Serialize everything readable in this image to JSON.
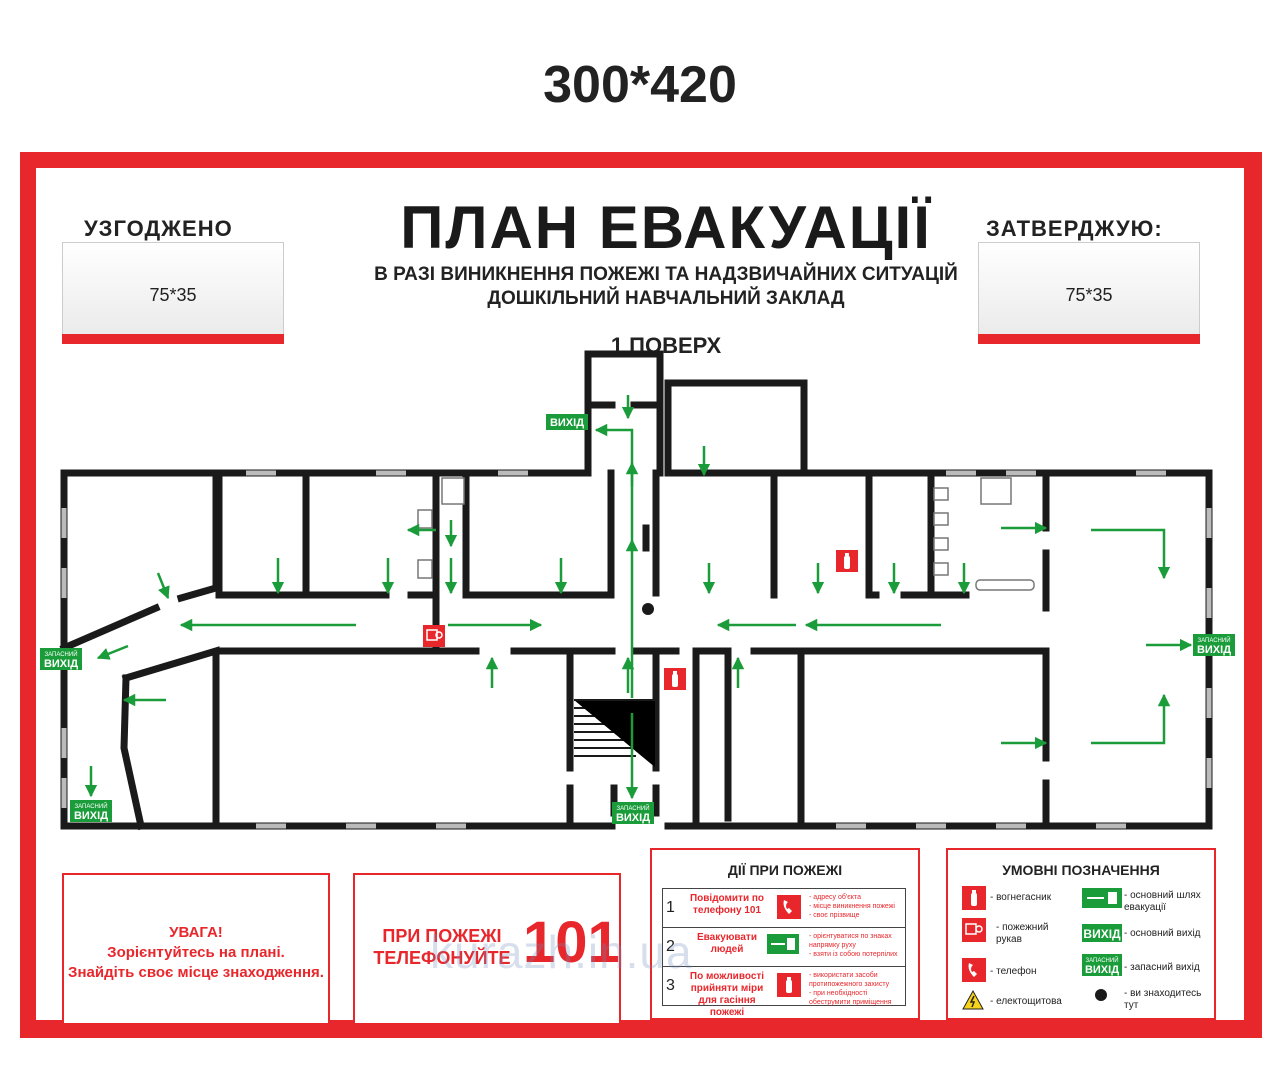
{
  "size_label": "300*420",
  "header": {
    "title": "ПЛАН ЕВАКУАЦІЇ",
    "subtitle_line1": "В РАЗІ ВИНИКНЕННЯ ПОЖЕЖІ ТА НАДЗВИЧАЙНИХ СИТУАЦІЙ",
    "subtitle_line2": "ДОШКІЛЬНИЙ НАВЧАЛЬНИЙ ЗАКЛАД",
    "floor": "1 ПОВЕРХ",
    "left_heading": "УЗГОДЖЕНО",
    "right_heading": "ЗАТВЕРДЖУЮ:",
    "left_stamp": "75*35",
    "right_stamp": "75*35"
  },
  "plan_labels": {
    "exit": "ВИХІД",
    "spare_exit_small": "ЗАПАСНИЙ",
    "spare_exit": "ВИХІД"
  },
  "warning": {
    "line1": "УВАГА!",
    "line2": "Зорієнтуйтесь на плані.",
    "line3": "Знайдіть своє місце знаходження."
  },
  "phone_box": {
    "line1": "ПРИ ПОЖЕЖІ",
    "line2": "ТЕЛЕФОНУЙТЕ",
    "number": "101"
  },
  "actions": {
    "heading": "ДІЇ ПРИ ПОЖЕЖІ",
    "rows": [
      {
        "num": "1",
        "label": "Повідомити по телефону 101",
        "details": [
          "- адресу об'єкта",
          "- місце виникнення пожежі",
          "- своє прізвище"
        ]
      },
      {
        "num": "2",
        "label": "Евакуювати людей",
        "details": [
          "- орієнтуватися по знаках напрямку руху",
          "- взяти із собою потерпілих"
        ]
      },
      {
        "num": "3",
        "label": "По можливості прийняти міри для гасіння пожежі",
        "details": [
          "- використати засоби протипожежного захисту",
          "- при необхідності обеструмити приміщення"
        ]
      }
    ]
  },
  "legend": {
    "heading": "УМОВНІ ПОЗНАЧЕННЯ",
    "extinguisher": "- вогнегасник",
    "hose": "- пожежний рукав",
    "phone": "- телефон",
    "electric": "- електощитова",
    "main_path": "- основний шлях евакуації",
    "main_exit": "- основний вихід",
    "spare_exit": "- запасний вихід",
    "you_are_here": "- ви знаходитесь тут"
  },
  "watermark": "kurazh.in.ua",
  "colors": {
    "red": "#e8272c",
    "green": "#1a9c3a",
    "wall": "#1a1a1a"
  }
}
